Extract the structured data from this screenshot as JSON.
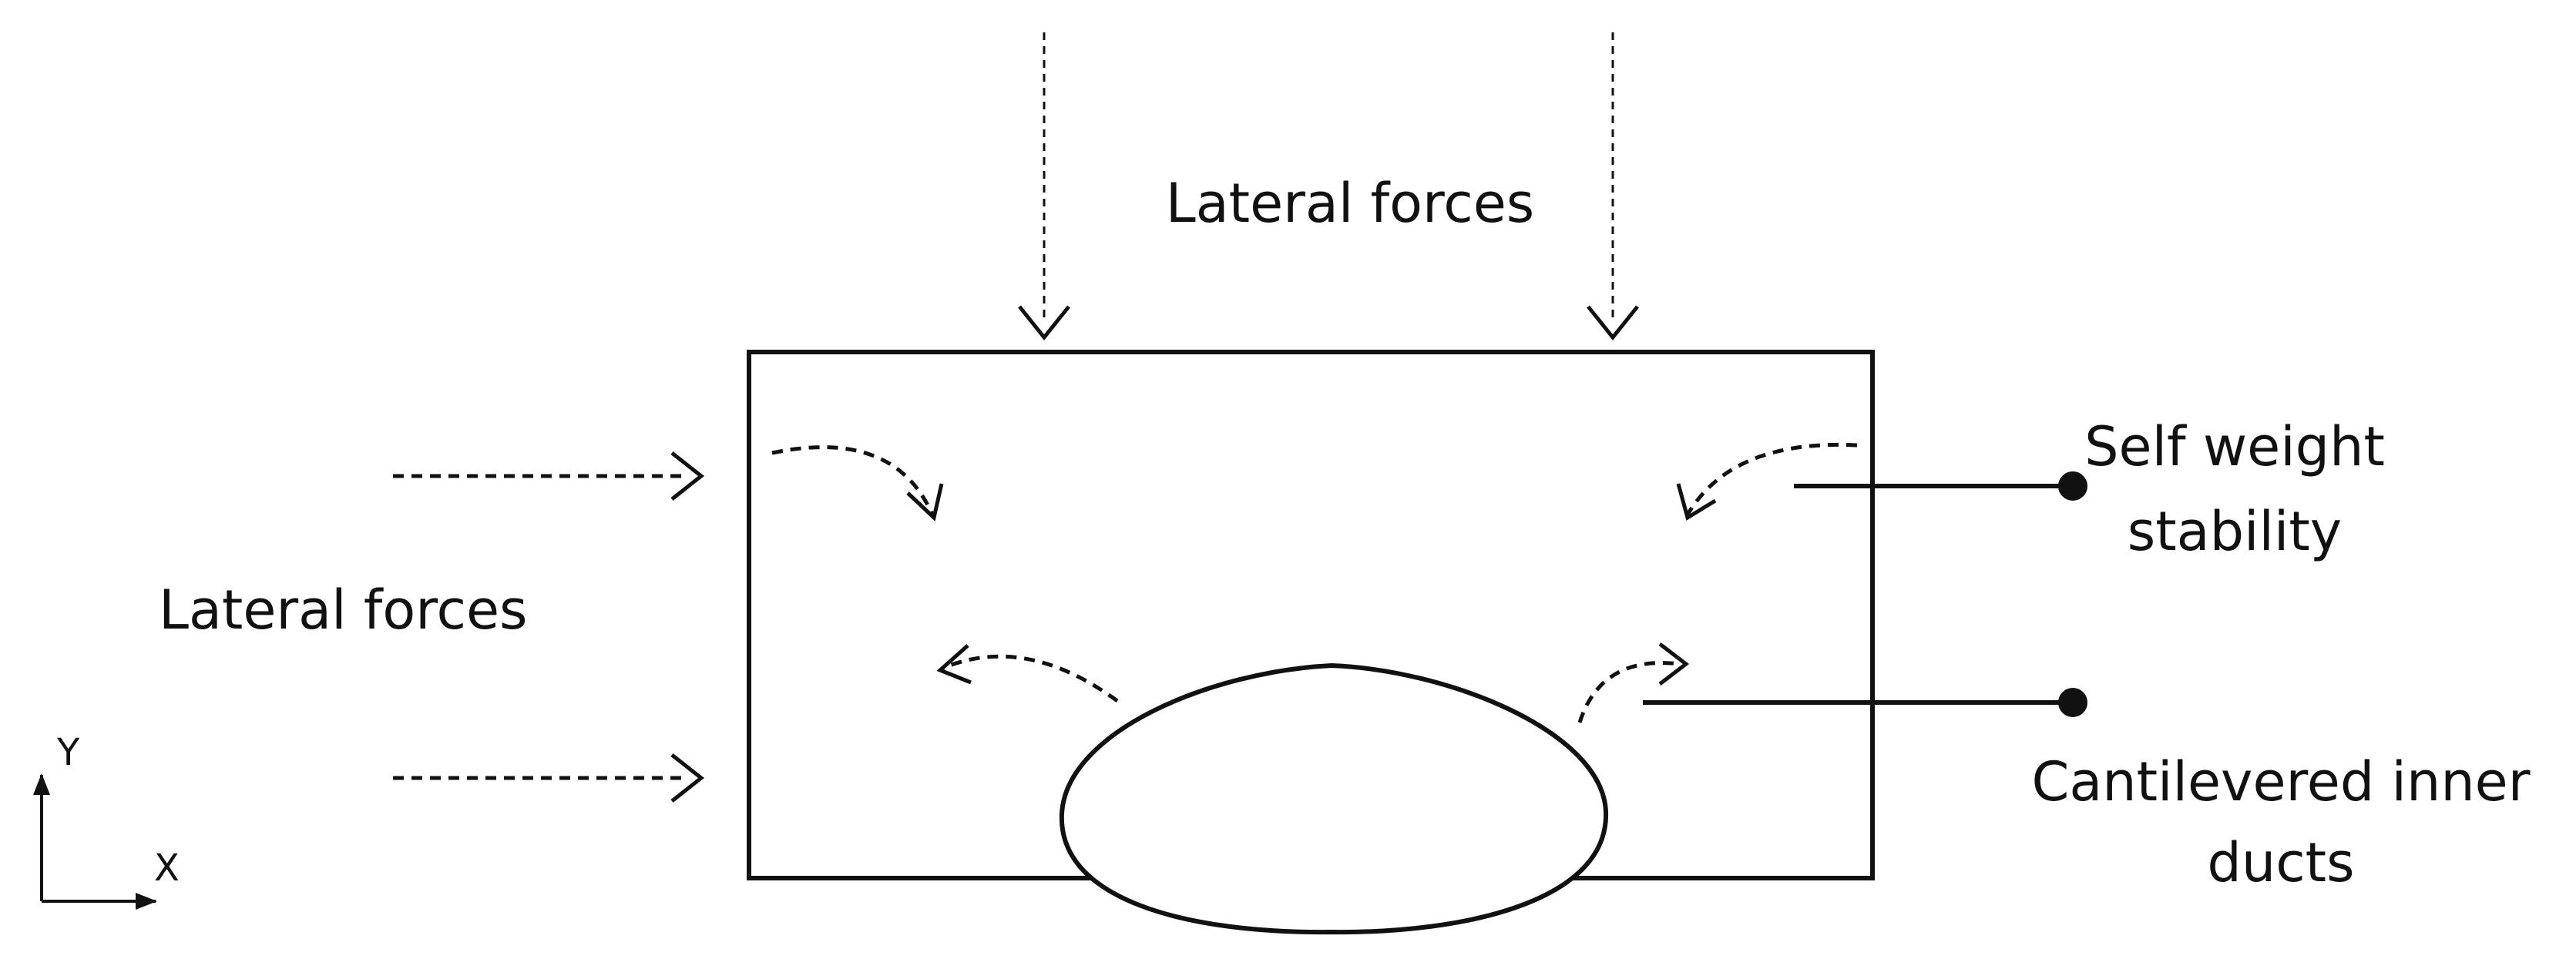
{
  "labels": {
    "top_forces": "Lateral forces",
    "left_forces": "Lateral forces",
    "self_weight_line1": "Self weight",
    "self_weight_line2": "stability",
    "cantilever_line1": "Cantilevered inner",
    "cantilever_line2": "ducts",
    "axis_y": "Y",
    "axis_x": "X"
  },
  "colors": {
    "stroke": "#111111",
    "background": "#ffffff"
  }
}
